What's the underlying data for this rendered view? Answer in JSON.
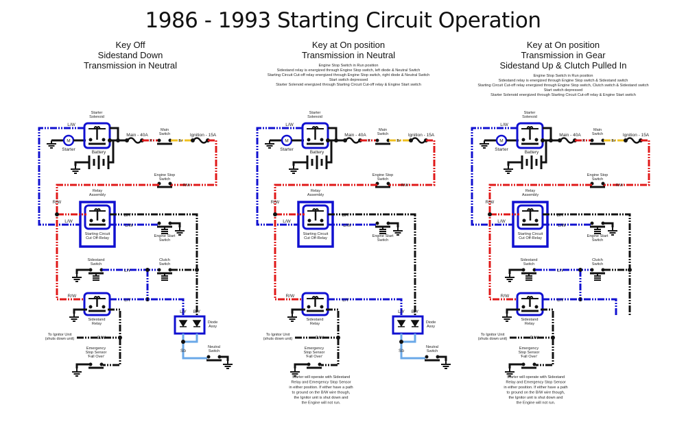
{
  "title": "1986 - 1993 Starting Circuit Operation",
  "colors": {
    "battery": "#e01818",
    "signal": "#1010d0",
    "ground_path": "#111111",
    "neutral": "#6aa8e8",
    "ignition": "#f0c020"
  },
  "panels": [
    {
      "heading": [
        "Key Off",
        "Sidestand Down",
        "Transmission in Neutral"
      ],
      "notes": [],
      "has_sidestand_clutch_row": true,
      "has_diode": true,
      "has_footnote": false
    },
    {
      "heading": [
        "Key at On position",
        "Transmission in Neutral"
      ],
      "notes": [
        "Engine Stop Switch in Run position",
        "Sidestand relay is energized through Engine Stop switch, left diode & Neutral Switch",
        "Starting Circuit Cut-off relay energized through Engine Stop switch, right diode & Neutral Switch",
        "Start switch depressed",
        "Starter Solenoid energized through Starting Circuit Cut-off relay & Engine Start switch"
      ],
      "has_sidestand_clutch_row": false,
      "has_diode": true,
      "has_footnote": true
    },
    {
      "heading": [
        "Key at On position",
        "Transmission in Gear",
        "Sidestand Up & Clutch Pulled In"
      ],
      "notes": [
        "Engine Stop Switch in Run position",
        "Sidestand relay is energized through Engine Stop switch & Sidestand switch",
        "Starting Circuit Cut-off relay energized through Engine Stop switch, Clutch switch & Sidestand switch",
        "Start switch depressed",
        "Starter Solenoid energized through Starting Circuit Cut-off relay & Engine Start switch"
      ],
      "has_sidestand_clutch_row": true,
      "has_diode": false,
      "has_footnote": true
    }
  ],
  "labels": {
    "starter_solenoid": [
      "Starter",
      "Solenoid"
    ],
    "starter": "Starter",
    "motor": "M",
    "battery": "Battery",
    "main_fuse": "Main - 40A",
    "main_switch": [
      "Main",
      "Switch"
    ],
    "ignition_fuse": "Ignition - 15A",
    "engine_stop_switch": [
      "Engine Stop",
      "Switch"
    ],
    "relay_assembly": [
      "Relay",
      "Assembly"
    ],
    "cutoff_relay": [
      "Starting Circuit",
      "Cut Off-Relay"
    ],
    "engine_start_switch": [
      "Engine Start",
      "Switch"
    ],
    "sidestand_switch": [
      "Sidestand",
      "Switch"
    ],
    "clutch_switch": [
      "Clutch",
      "Switch"
    ],
    "sidestand_relay": [
      "Sidestand",
      "Relay"
    ],
    "diode": [
      "Diode",
      "Assy"
    ],
    "neutral_switch": [
      "Neutral",
      "Switch"
    ],
    "ignitor": [
      "To Ignitor Unit",
      "(shuts down unit)"
    ],
    "emergency": [
      "Emergency",
      "Stop Sensor",
      "'Fall Over'"
    ],
    "wire_lw": "L/W",
    "wire_r": "R",
    "wire_br": "Br",
    "wire_rw": "R/W",
    "wire_by": "B/Y",
    "wire_ly": "L/Y",
    "wire_bw": "B/W",
    "wire_sb": "Sb"
  },
  "footnote": [
    "Starter will operate with Sidestand",
    "Relay and Emergency Stop Sensor",
    "in either position. If either have a path",
    "to ground on the B/W wire though,",
    "the Ignitor unit is shut down and",
    "the Engine will not run."
  ]
}
